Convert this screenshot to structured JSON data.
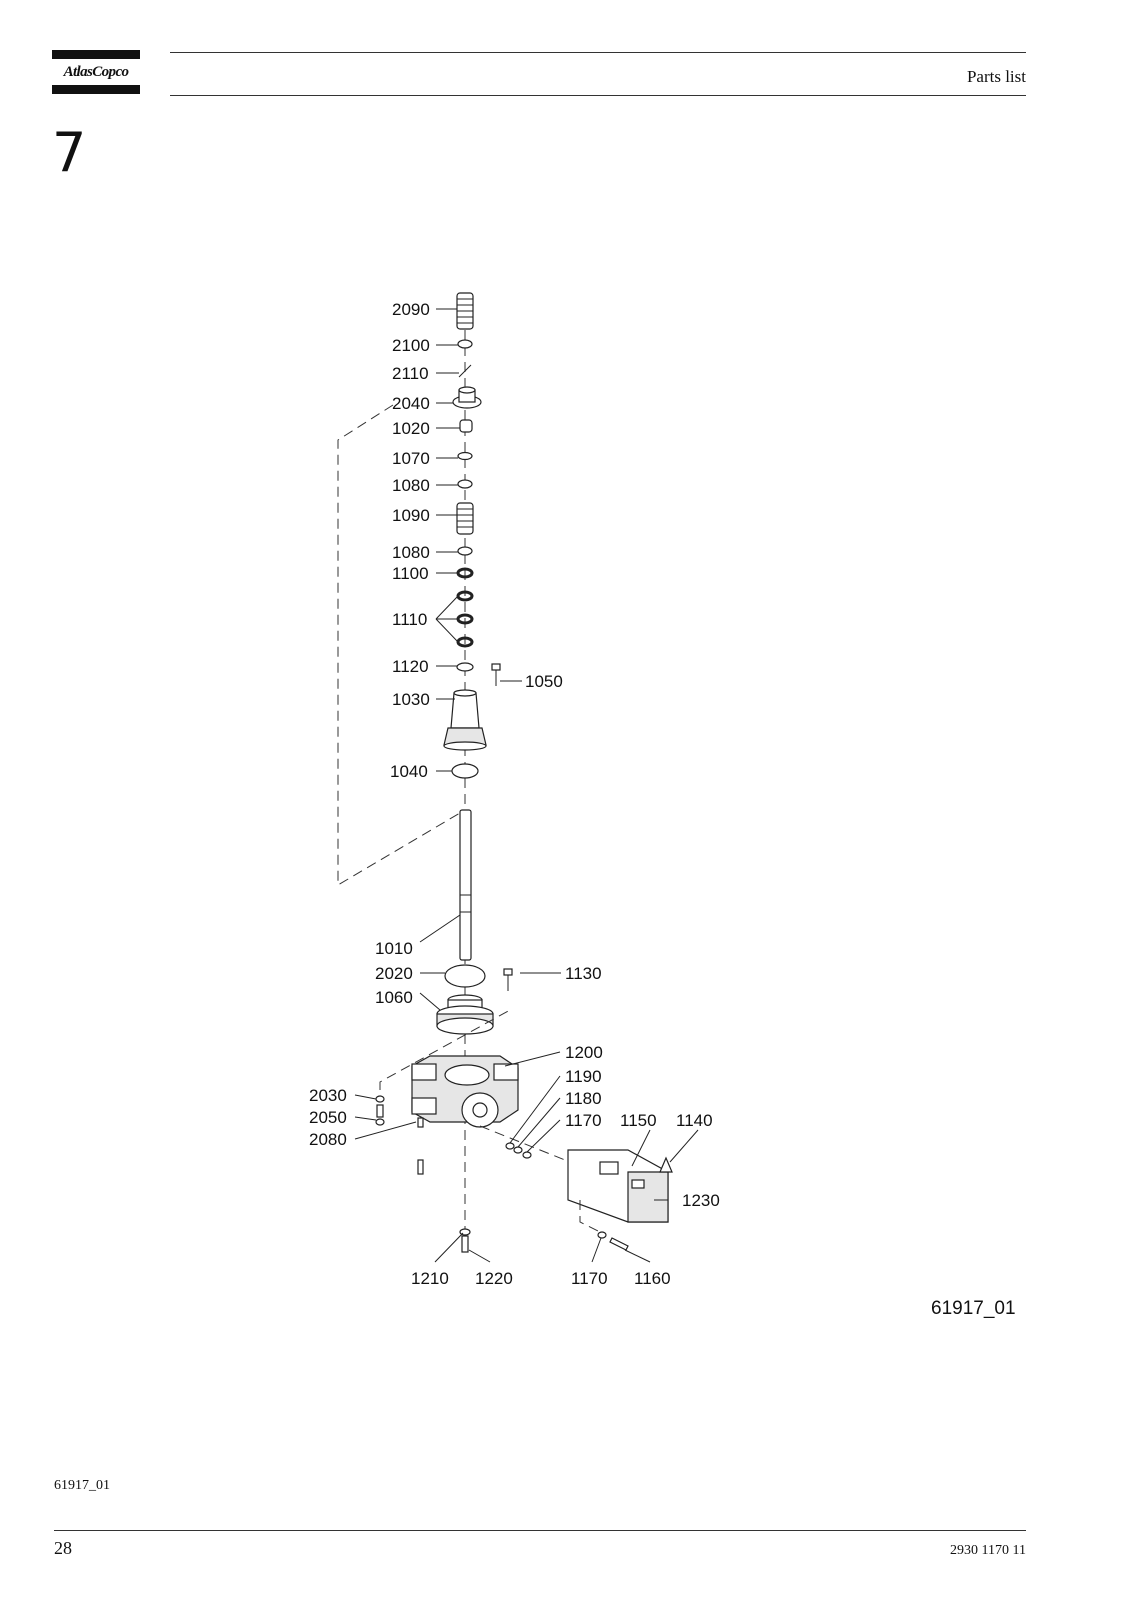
{
  "header": {
    "logo_text": "AtlasCopco",
    "title": "Parts list"
  },
  "section_number": "7",
  "diagram": {
    "figure_id": "61917_01",
    "callouts": {
      "c2090": "2090",
      "c2100": "2100",
      "c2110": "2110",
      "c2040": "2040",
      "c1020": "1020",
      "c1070": "1070",
      "c1080a": "1080",
      "c1090": "1090",
      "c1080b": "1080",
      "c1100": "1100",
      "c1110": "1110",
      "c1120": "1120",
      "c1050": "1050",
      "c1030": "1030",
      "c1040": "1040",
      "c1010": "1010",
      "c2020": "2020",
      "c1130": "1130",
      "c1060": "1060",
      "c1200": "1200",
      "c1190": "1190",
      "c1180": "1180",
      "c1170a": "1170",
      "c1150": "1150",
      "c1140": "1140",
      "c2030": "2030",
      "c2050": "2050",
      "c2080": "2080",
      "c1230": "1230",
      "c1210": "1210",
      "c1220": "1220",
      "c1170b": "1170",
      "c1160": "1160"
    }
  },
  "footer": {
    "figure_ref": "61917_01",
    "page_number": "28",
    "document_number": "2930 1170 11"
  }
}
